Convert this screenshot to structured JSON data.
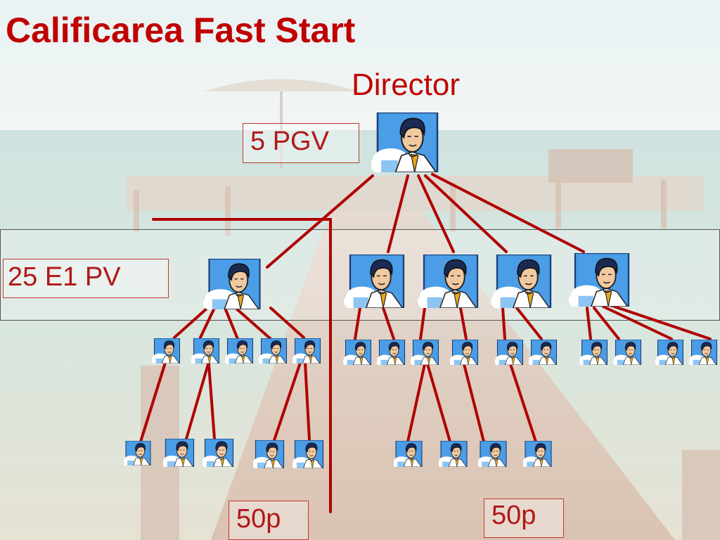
{
  "slide": {
    "title": "Calificarea Fast Start",
    "director_label": "Director",
    "pgv_label": "5 PGV",
    "e1pv_label": "25 E1 PV",
    "fifty_left": "50p",
    "fifty_right": "50p"
  },
  "colors": {
    "accent_red": "#c00000",
    "line_red": "#b00000",
    "sky_blue": "#4a9de6"
  },
  "icons": {
    "person": "businessman-portrait-icon"
  }
}
